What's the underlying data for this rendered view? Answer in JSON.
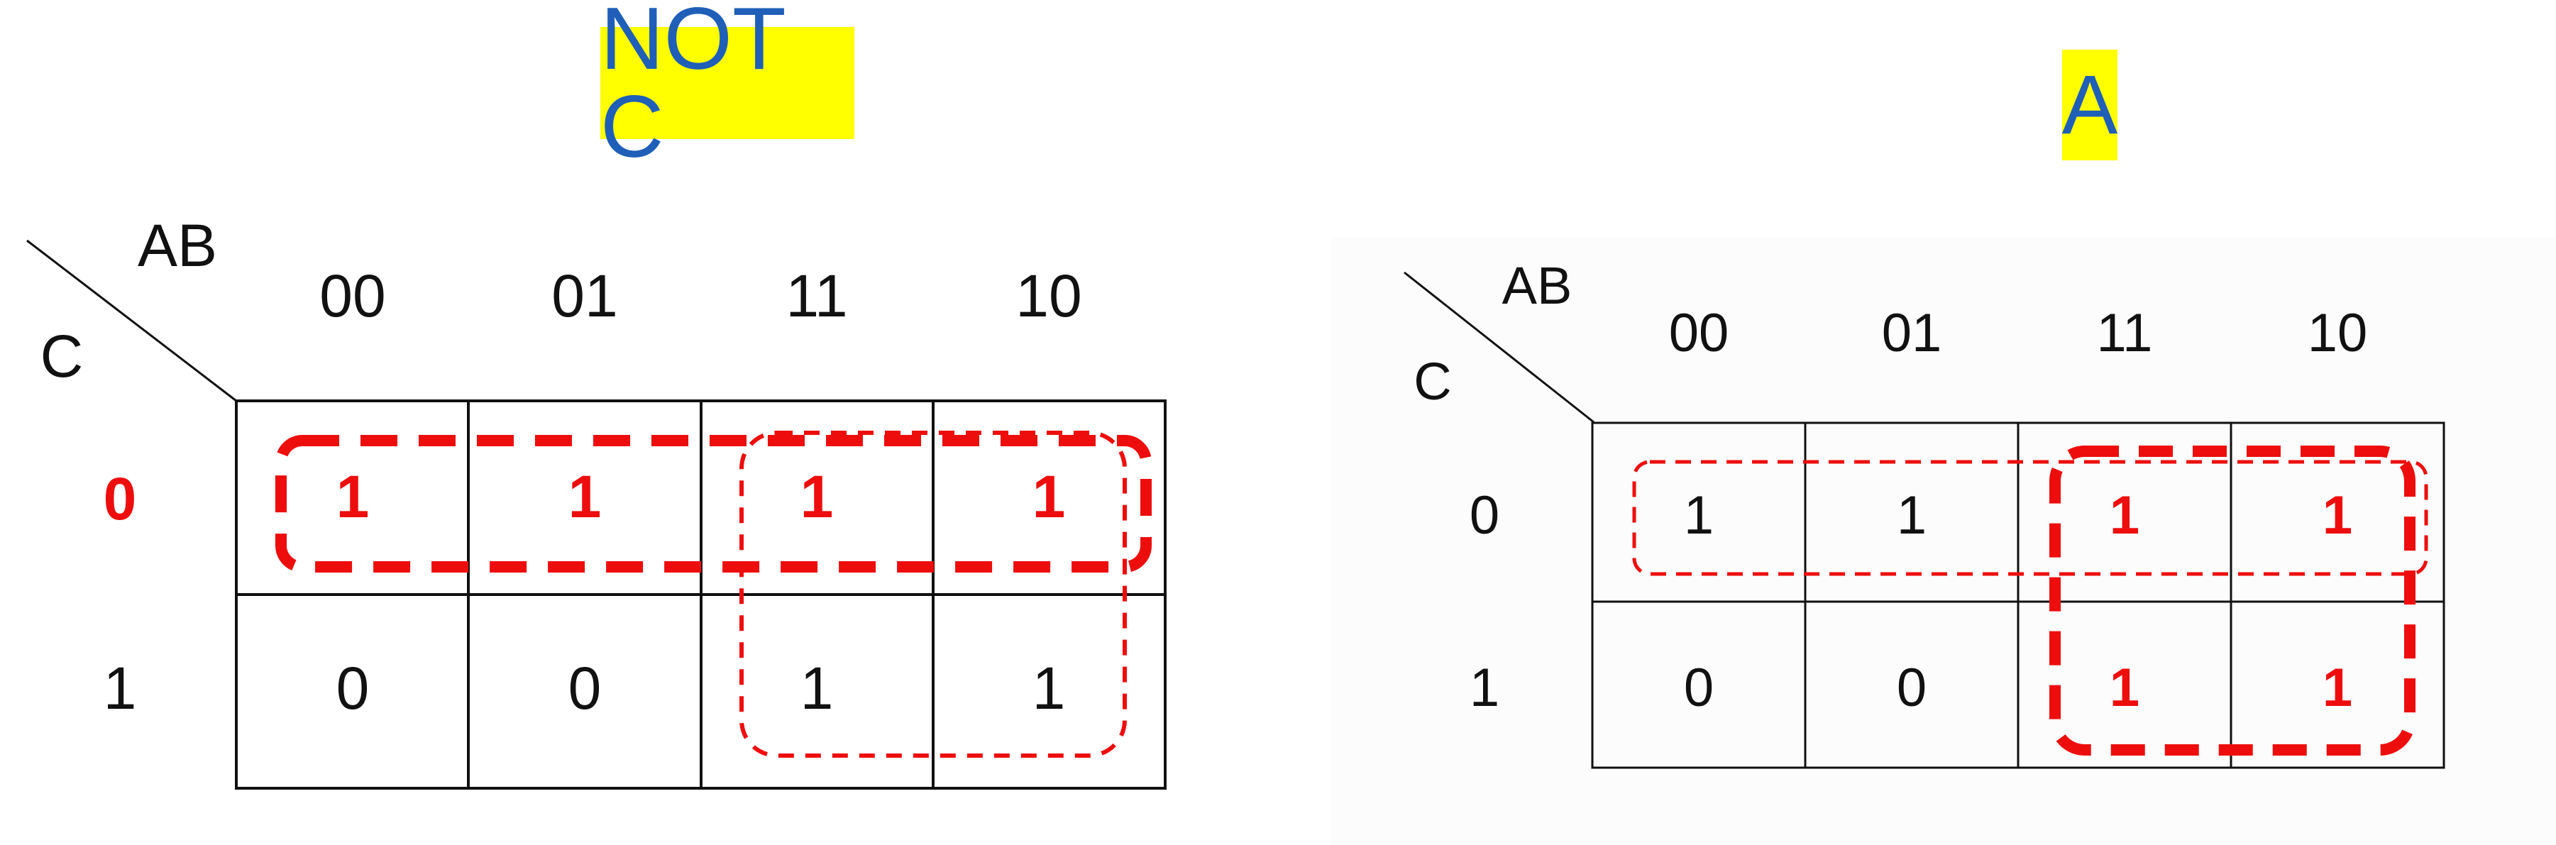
{
  "maps": [
    {
      "title": "NOT C",
      "row_header": "C",
      "col_header": "AB",
      "col_labels": [
        "00",
        "01",
        "11",
        "10"
      ],
      "row_labels": [
        "0",
        "1"
      ],
      "cells": [
        [
          "1",
          "1",
          "1",
          "1"
        ],
        [
          "0",
          "0",
          "1",
          "1"
        ]
      ],
      "highlight_row": 0,
      "highlight_color": "#ee0d0d",
      "groups": [
        {
          "kind": "row",
          "index": 0,
          "style": "bold-dashed"
        },
        {
          "kind": "cols",
          "index": [
            2,
            3
          ],
          "style": "thin-dashed"
        }
      ]
    },
    {
      "title": "A",
      "row_header": "C",
      "col_header": "AB",
      "col_labels": [
        "00",
        "01",
        "11",
        "10"
      ],
      "row_labels": [
        "0",
        "1"
      ],
      "cells": [
        [
          "1",
          "1",
          "1",
          "1"
        ],
        [
          "0",
          "0",
          "1",
          "1"
        ]
      ],
      "highlight_row": null,
      "highlight_color": "#ee0d0d",
      "groups": [
        {
          "kind": "row",
          "index": 0,
          "style": "thin-dashed"
        },
        {
          "kind": "cols",
          "index": [
            2,
            3
          ],
          "style": "bold-dashed"
        }
      ]
    }
  ],
  "colors": {
    "title_background": "#ffff00",
    "title_text": "#1f5fb8",
    "grid_line": "#111111",
    "highlight_red": "#ee0d0d"
  }
}
